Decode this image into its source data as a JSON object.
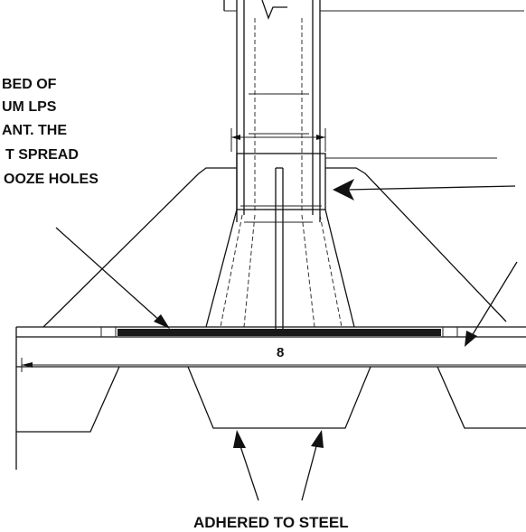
{
  "labels": {
    "left_callout_lines": [
      "BED OF",
      "UM LPS",
      "ANT. THE",
      "T SPREAD",
      "OOZE HOLES"
    ],
    "bottom_caption": "ADHERED TO STEEL",
    "dimension_value": "8"
  },
  "colors": {
    "ink": "#111111",
    "paper": "#ffffff",
    "sealant_bed": "#1a1a1a"
  }
}
